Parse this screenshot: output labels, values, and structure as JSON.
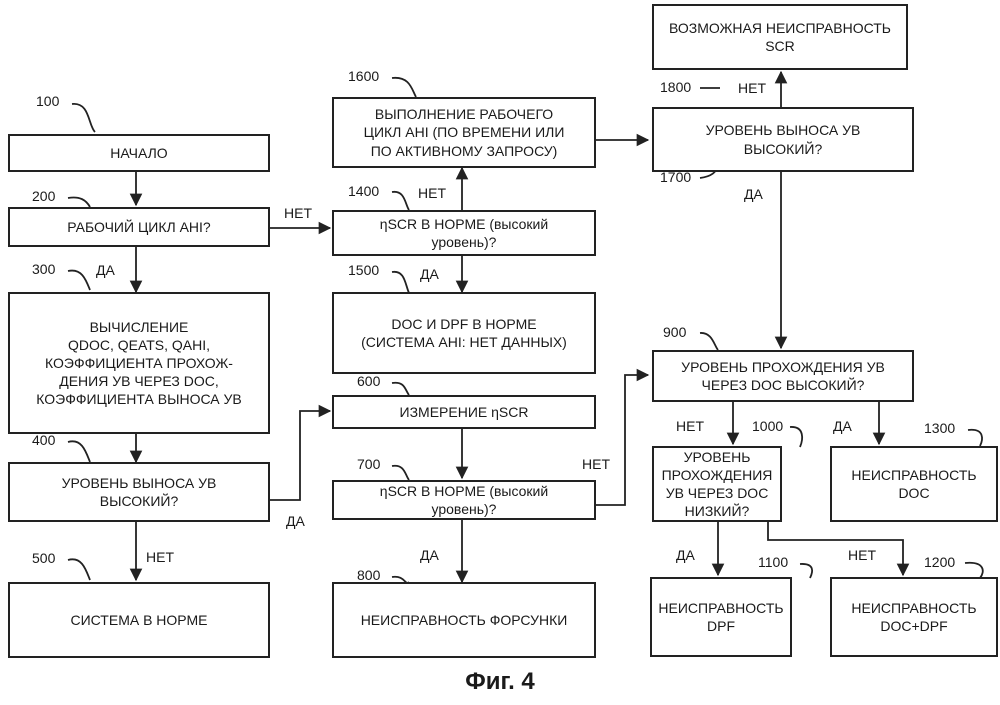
{
  "boxes": {
    "b100": "НАЧАЛО",
    "b200": "РАБОЧИЙ ЦИКЛ AHI?",
    "b300": "ВЫЧИСЛЕНИЕ\nQDOC, QEATS, QAHI,\nКОЭФФИЦИЕНТА ПРОХОЖ-\nДЕНИЯ УВ ЧЕРЕЗ DOC,\nКОЭФФИЦИЕНТА ВЫНОСА УВ",
    "b400": "УРОВЕНЬ ВЫНОСА УВ\nВЫСОКИЙ?",
    "b500": "СИСТЕМА В НОРМЕ",
    "b1600": "ВЫПОЛНЕНИЕ РАБОЧЕГО\nЦИКЛ AHI (ПО ВРЕМЕНИ ИЛИ\nПО АКТИВНОМУ ЗАПРОСУ)",
    "b1400": "ηSCR В НОРМЕ (высокий\nуровень)?",
    "b1500": "DOC И DPF В НОРМЕ\n(СИСТЕМА AHI: НЕТ ДАННЫХ)",
    "b600": "ИЗМЕРЕНИЕ ηSCR",
    "b700": "ηSCR В НОРМЕ (высокий\nуровень)?",
    "b800": "НЕИСПРАВНОСТЬ ФОРСУНКИ",
    "b1800": "ВОЗМОЖНАЯ НЕИСПРАВНОСТЬ\nSCR",
    "b1700": "УРОВЕНЬ ВЫНОСА УВ\nВЫСОКИЙ?",
    "b900": "УРОВЕНЬ ПРОХОЖДЕНИЯ УВ\nЧЕРЕЗ DOC ВЫСОКИЙ?",
    "b1000": "УРОВЕНЬ\nПРОХОЖДЕНИЯ\nУВ ЧЕРЕЗ DOC\nНИЗКИЙ?",
    "b1300": "НЕИСПРАВНОСТЬ\nDOC",
    "b1100": "НЕИСПРАВНОСТЬ\nDPF",
    "b1200": "НЕИСПРАВНОСТЬ\nDOC+DPF"
  },
  "refs": {
    "r100": "100",
    "r200": "200",
    "r300": "300",
    "r400": "400",
    "r500": "500",
    "r1600": "1600",
    "r1400": "1400",
    "r1500": "1500",
    "r600": "600",
    "r700": "700",
    "r800": "800",
    "r1800": "1800",
    "r1700": "1700",
    "r900": "900",
    "r1000": "1000",
    "r1300": "1300",
    "r1100": "1100",
    "r1200": "1200"
  },
  "labels": {
    "yes": "ДА",
    "no": "НЕТ"
  },
  "caption": "Фиг. 4"
}
